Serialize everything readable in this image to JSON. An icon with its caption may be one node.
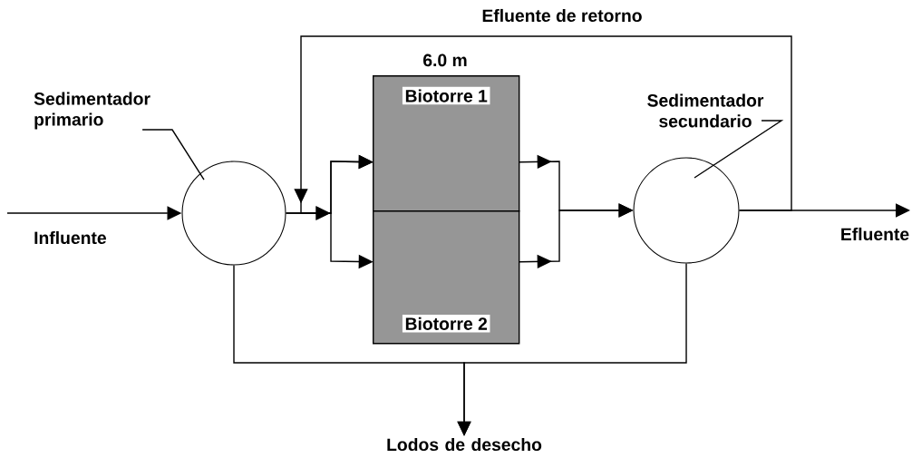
{
  "diagram": {
    "nodes": [
      {
        "text": [
          "Sedimentador primario"
        ]
      },
      {
        "text": [],
        "shape": "circle"
      },
      {
        "text": [
          "Biotorre 1"
        ]
      },
      {
        "text": [
          "Biotorre 2"
        ]
      },
      {
        "text": [
          "Sedimentador secundario"
        ]
      },
      {
        "text": [],
        "shape": "circle"
      },
      {
        "text": [
          "Lodos de desecho"
        ]
      }
    ],
    "edges": [
      {
        "from": null,
        "to": 1,
        "arrow": "to",
        "label": "Influente"
      },
      {
        "from": 0,
        "to": 1,
        "arrow": "none"
      },
      {
        "from": 1,
        "to": 2,
        "arrow": "to"
      },
      {
        "from": 1,
        "to": 3,
        "arrow": "to"
      },
      {
        "from": 2,
        "to": 5,
        "arrow": "to"
      },
      {
        "from": 3,
        "to": 5,
        "arrow": "to"
      },
      {
        "from": 4,
        "to": 5,
        "arrow": "none"
      },
      {
        "from": 5,
        "to": null,
        "arrow": "to",
        "label": "Efluente"
      },
      {
        "from": 5,
        "to": 2,
        "arrow": "to",
        "label": "Efluente de retorno"
      },
      {
        "from": 1,
        "to": 6,
        "arrow": "to"
      },
      {
        "from": 5,
        "to": 6,
        "arrow": "to"
      }
    ],
    "labels": [
      "6.0 m"
    ]
  }
}
